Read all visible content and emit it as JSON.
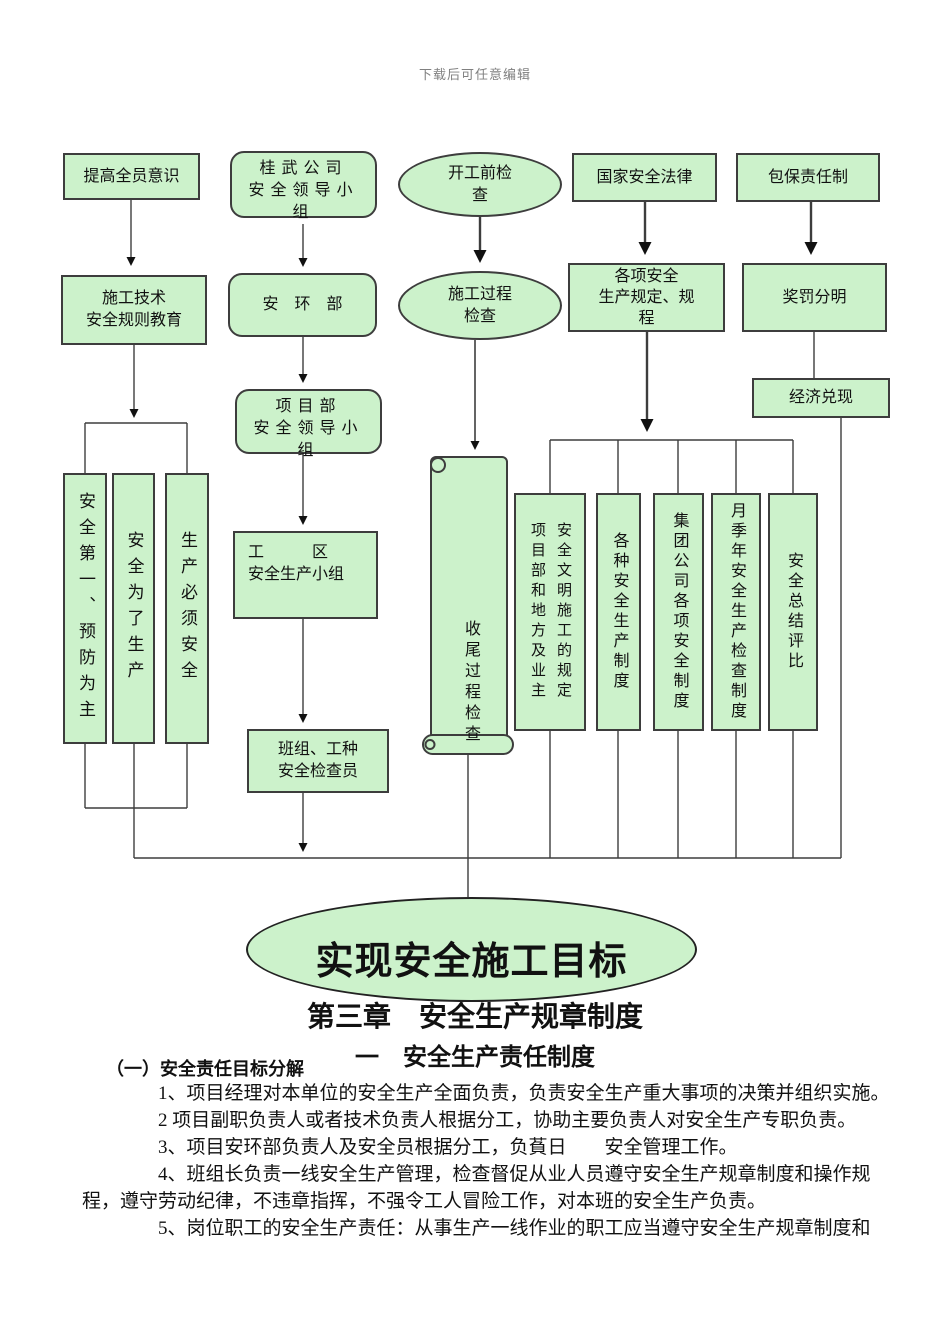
{
  "page": {
    "watermark": "下载后可任意编辑"
  },
  "colors": {
    "node_fill": "#ccf2cb",
    "node_border": "#3d3d3d",
    "text": "#111111",
    "watermark_gray": "#808080"
  },
  "flow": {
    "raise": "提高全员意识",
    "guiwu": "桂武公司\n安全领导小\n组",
    "kaigong": "开工前检\n查",
    "guojia": "国家安全法律",
    "baobao": "包保责任制",
    "jishu": "施工技术\n安全规则教育",
    "anhuan": "安　环　部",
    "guocheng": "施工过程\n检查",
    "gexiang": "各项安全\n生产规定、规\n程",
    "jiangfa": "奖罚分明",
    "jingji": "经济兑现",
    "xiangmubu": "项目部\n安全领导小\n组",
    "gongqu": "工　　　区\n安全生产小组",
    "banzu": "班组、工种\n安全检查员",
    "shouwei": "收尾过程检查",
    "v_first": "安全第一、预防为主",
    "v_weile": "安全为了生产",
    "v_bixu": "生产必须安全",
    "r_wenming": "安全文明施工的规定\n项目部和地方及业主",
    "r_gezhong": "各种安全生产制度",
    "r_jituan": "集团公司各项安全制度",
    "r_yuejinian": "月季年安全生产检查制度",
    "r_zongjie": "安全总结评比",
    "goal": "实现安全施工目标"
  },
  "doc": {
    "chapter": "第三章　安全生产规章制度",
    "section": "一　安全生产责任制度",
    "subsection": "（一）安全责任目标分解",
    "paragraphs": [
      "1、项目经理对本单位的安全生产全面负责，负责安全生产重大事项的决策并组织实施。",
      "2 项目副职负责人或者技术负责人根据分工，协助主要负责人对安全生产专职负责。",
      "3、项目安环部负责人及安全员根据分工，负萯日　　安全管理工作。",
      "4、班组长负责一线安全生产管理，检查督促从业人员遵守安全生产规章制度和操作规程，遵守劳动纪律，不违章指挥，不强令工人冒险工作，对本班的安全生产负责。",
      "5、岗位职工的安全生产责任：从事生产一线作业的职工应当遵守安全生产规章制度和"
    ]
  }
}
